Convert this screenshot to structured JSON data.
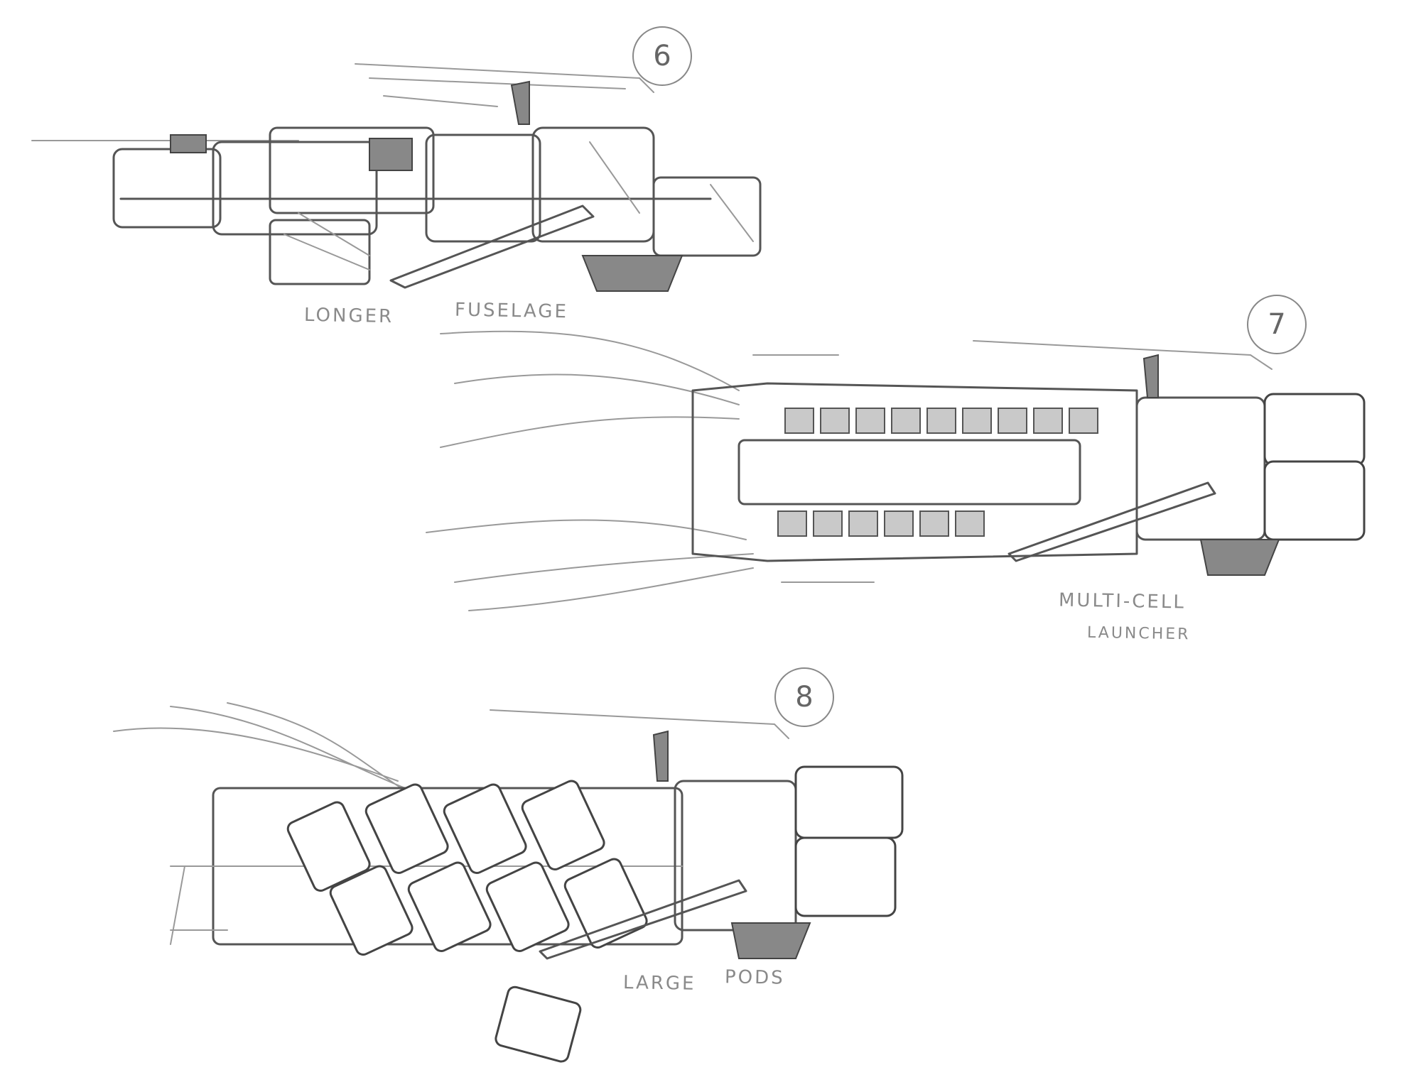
{
  "sketches": [
    {
      "number": "6",
      "labels": [
        "LONGER",
        "FUSELAGE"
      ]
    },
    {
      "number": "7",
      "labels": [
        "MULTI-CELL",
        "LAUNCHER"
      ]
    },
    {
      "number": "8",
      "labels": [
        "LARGE",
        "PODS"
      ]
    }
  ],
  "colors": {
    "ink": "#555555",
    "label": "#8a8a8a",
    "background": "#ffffff"
  }
}
